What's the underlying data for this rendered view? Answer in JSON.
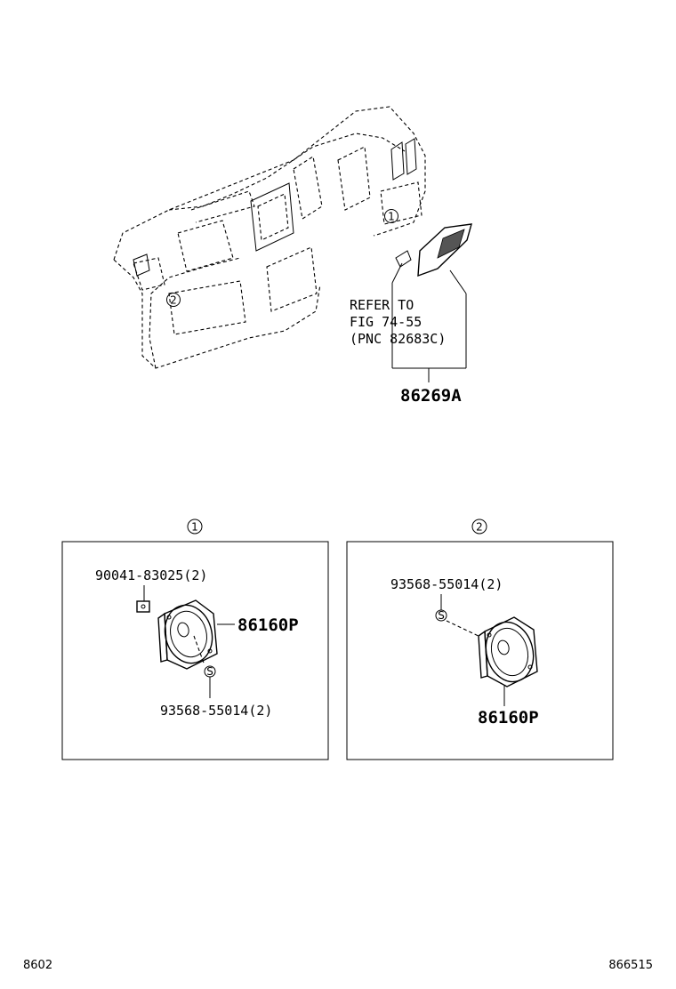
{
  "refer": {
    "line1": "REFER TO",
    "line2": "FIG 74-55",
    "line3": "(PNC 82683C)"
  },
  "main_part": "86269A",
  "callouts": {
    "c1": "1",
    "c2": "2"
  },
  "box1": {
    "header": "1",
    "part_nut": "90041-83025(2)",
    "part_speaker": "86160P",
    "part_screw": "93568-55014(2)"
  },
  "box2": {
    "header": "2",
    "part_screw": "93568-55014(2)",
    "part_speaker": "86160P"
  },
  "footer": {
    "left": "8602",
    "right": "866515"
  }
}
